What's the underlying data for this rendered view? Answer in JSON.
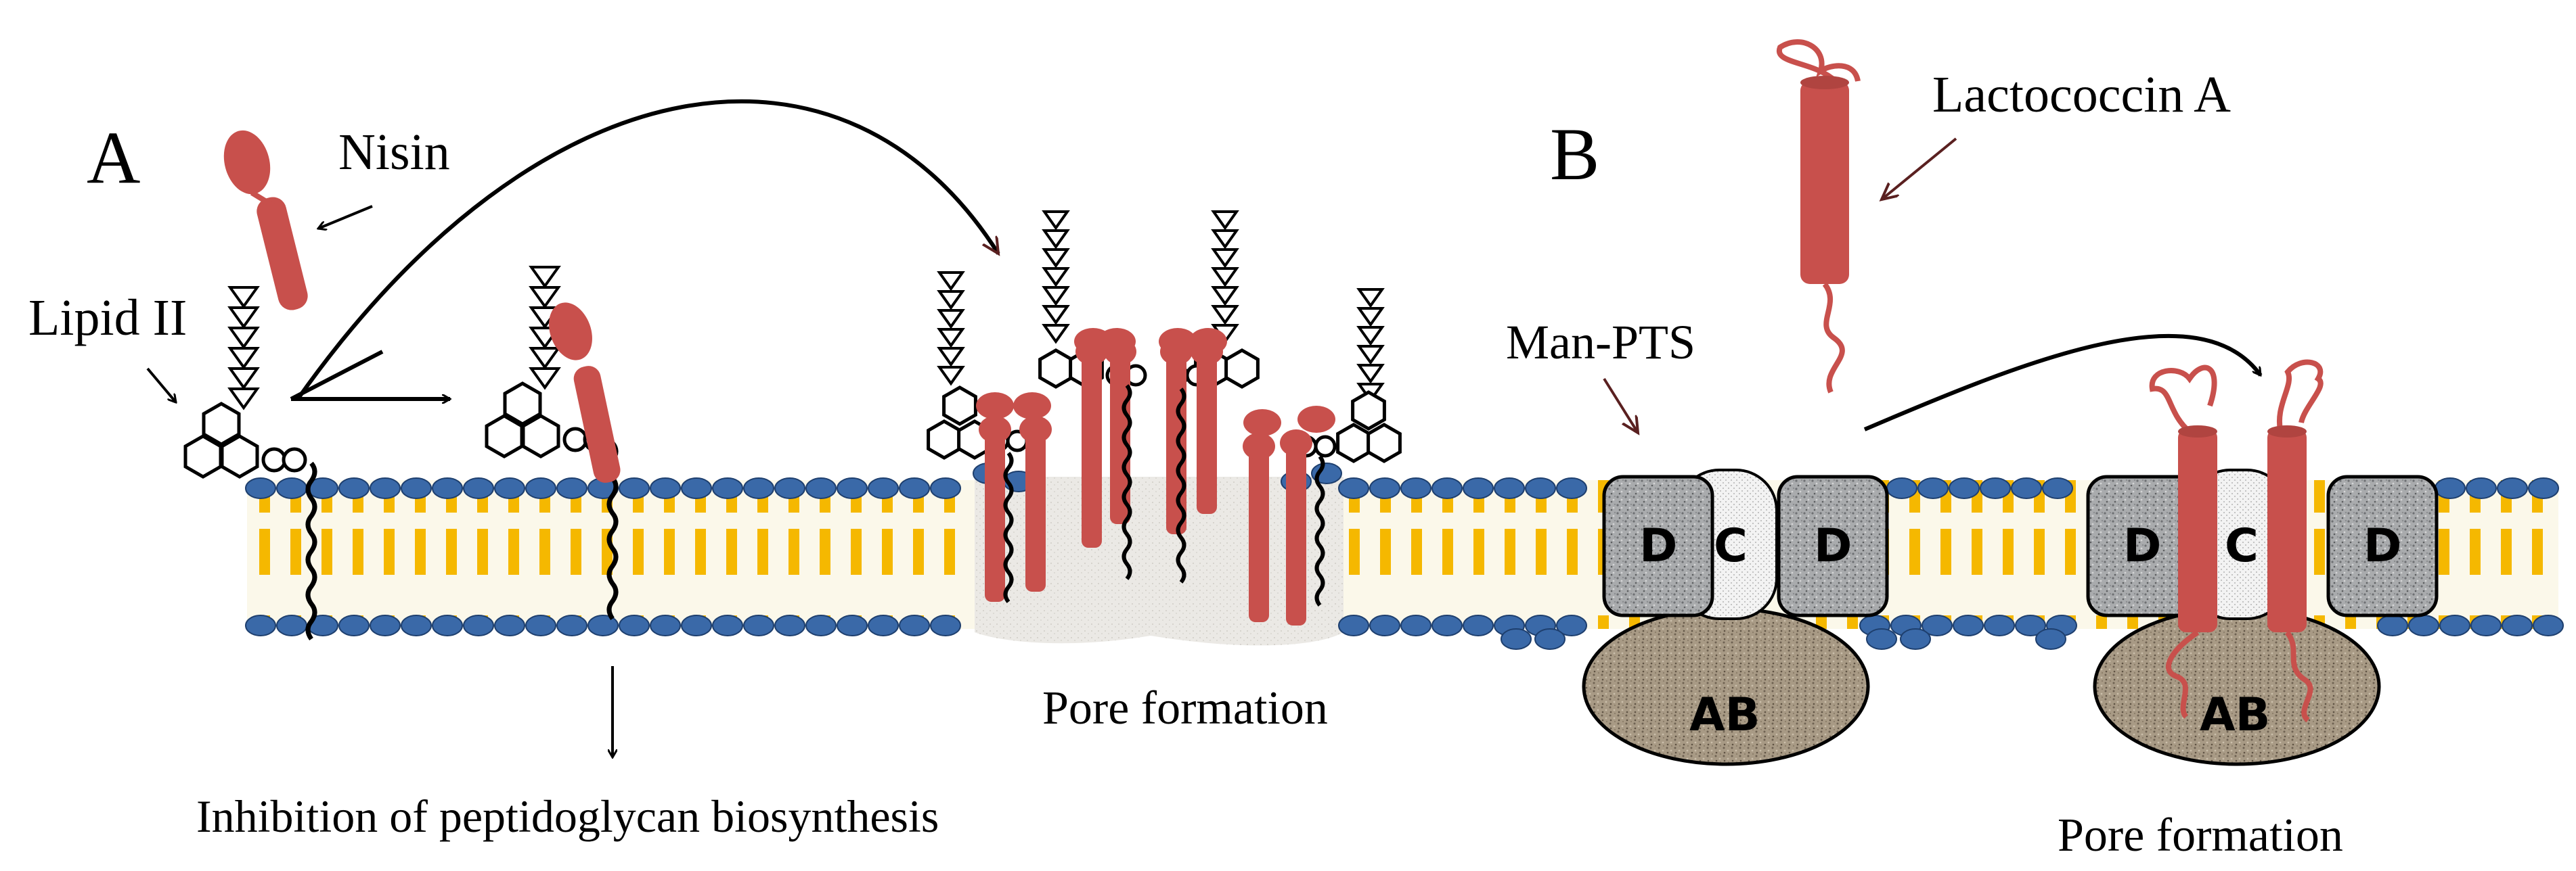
{
  "panels": {
    "a": {
      "letter": "A"
    },
    "b": {
      "letter": "B"
    }
  },
  "labels": {
    "nisin": "Nisin",
    "lipid_ii": "Lipid II",
    "inhibition": "Inhibition of peptidoglycan biosynthesis",
    "pore_formation_a": "Pore formation",
    "lactococcin": "Lactococcin A",
    "man_pts": "Man-PTS",
    "pore_formation_b": "Pore formation"
  },
  "complex_subunits": {
    "left": {
      "d1": "D",
      "c": "C",
      "d2": "D",
      "ab": "AB"
    },
    "right": {
      "d1": "D",
      "c": "C",
      "d2": "D",
      "ab": "AB"
    }
  },
  "colors": {
    "peptide": "#c8504c",
    "head_group": "#3a69a8",
    "lipid_tail": "#f5b800",
    "subunit_d": "#a9abad",
    "subunit_c": "#f0f0f0",
    "subunit_ab": "#a89a85",
    "pore": "#e8e6e2"
  }
}
